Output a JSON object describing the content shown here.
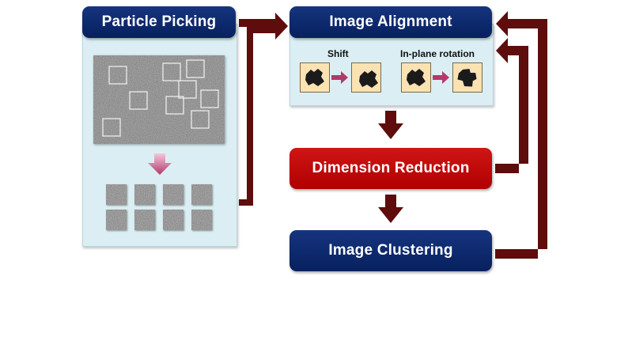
{
  "diagram": {
    "particle_picking": {
      "title": "Particle Picking"
    },
    "image_alignment": {
      "title": "Image Alignment",
      "shift_label": "Shift",
      "rotation_label": "In-plane rotation"
    },
    "dimension_reduction": {
      "title": "Dimension Reduction"
    },
    "image_clustering": {
      "title": "Image Clustering"
    }
  },
  "colors": {
    "header_navy": "#0a2467",
    "header_red": "#c30909",
    "panel_fill": "#dbeef3",
    "arrow_dark_red": "#5e0c0c",
    "small_arrow": "#b23a6b",
    "shape_fill": "#1b1b1b",
    "square_fill": "#fbe2b3"
  }
}
